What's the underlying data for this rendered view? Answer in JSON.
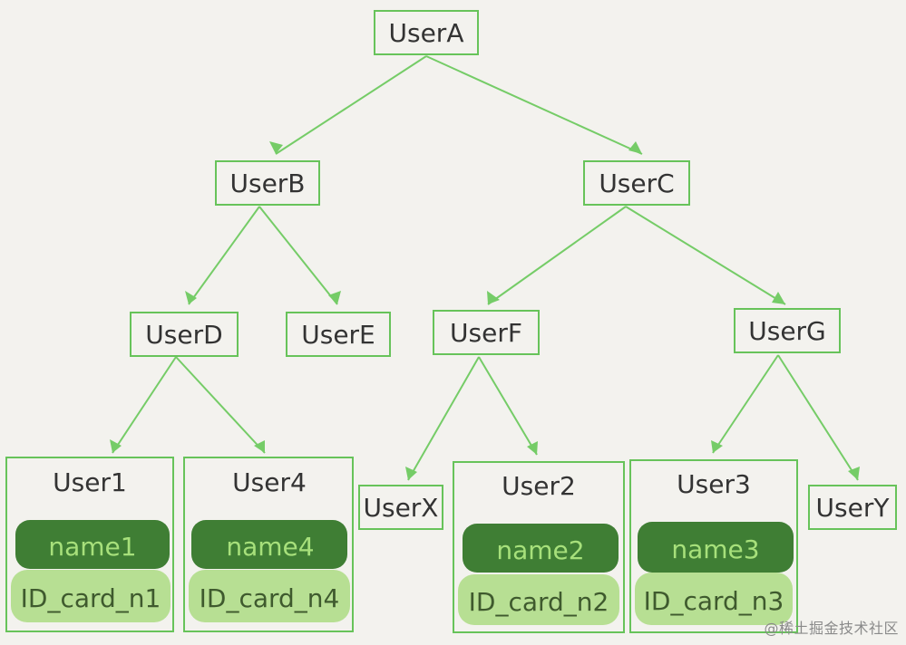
{
  "diagram": {
    "nodes": {
      "userA": "UserA",
      "userB": "UserB",
      "userC": "UserC",
      "userD": "UserD",
      "userE": "UserE",
      "userF": "UserF",
      "userG": "UserG",
      "userX": "UserX",
      "userY": "UserY"
    },
    "records": [
      {
        "title": "User1",
        "name": "name1",
        "id_card": "ID_card_n1"
      },
      {
        "title": "User4",
        "name": "name4",
        "id_card": "ID_card_n4"
      },
      {
        "title": "User2",
        "name": "name2",
        "id_card": "ID_card_n2"
      },
      {
        "title": "User3",
        "name": "name3",
        "id_card": "ID_card_n3"
      }
    ]
  },
  "watermark": "@稀土掘金技术社区",
  "colors": {
    "background": "#f3f2ee",
    "line": "#75cc67",
    "box_stroke": "#67c35a",
    "name_pill": "#3f7e34",
    "card_pill": "#b7df93"
  }
}
